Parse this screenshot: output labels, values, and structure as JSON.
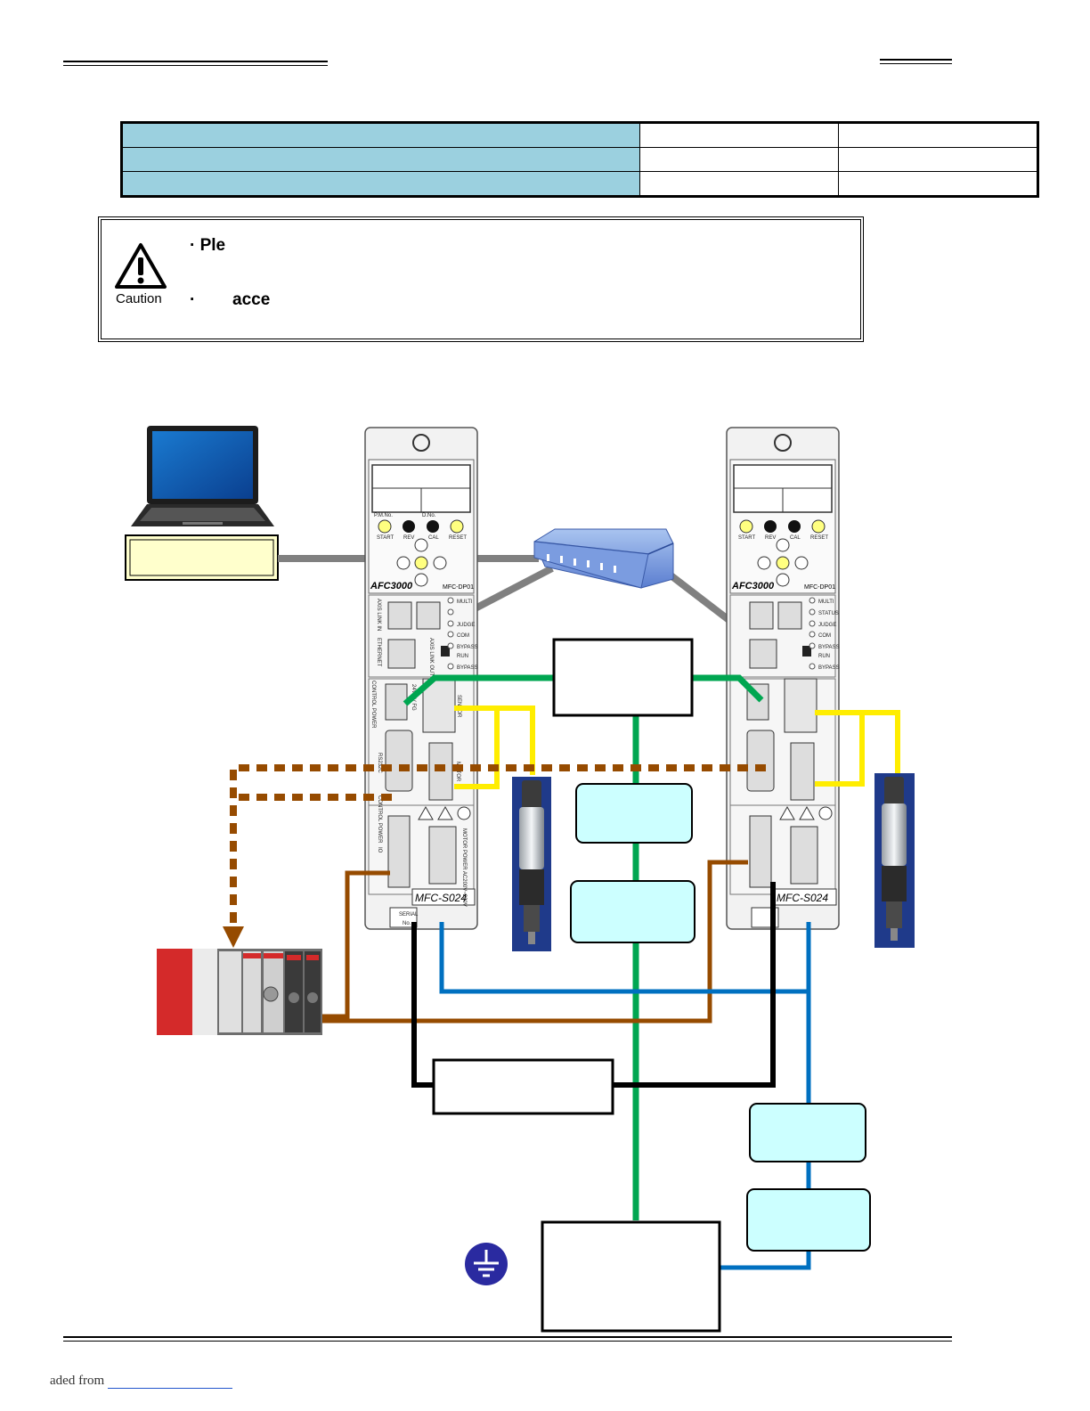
{
  "caution": {
    "label": "Caution",
    "bullet1": "· Ple",
    "bullet2_mark": "·",
    "bullet2": "acce"
  },
  "diagram": {
    "left_unit": {
      "brand": "AFC3000",
      "model": "MFC-DP01",
      "servo_model": "MFC-S024",
      "buttons": [
        "START",
        "REV",
        "CAL",
        "RESET"
      ],
      "labels": {
        "pm_no": "P.M.No.",
        "d_no": "D.No.",
        "multi": "MULTI",
        "status": "STATUS",
        "judge": "JUDGE",
        "com": "COM",
        "bypass": "BYPASS",
        "run": "RUN",
        "bypass2": "BYPASS",
        "axis_link_in": "AXIS LINK IN",
        "axis_link_out": "AXIS LINK OUT",
        "ethernet": "ETHERNET",
        "control_power": "CONTROL POWER",
        "fg": "24V 0V FG",
        "sensor": "SENSOR",
        "rs232c": "RS232C",
        "motor": "MOTOR",
        "control_power2": "CONTROL POWER",
        "io": "IO",
        "motor_power": "MOTOR POWER AC200V~230V",
        "serial": "SERIAL",
        "no": "No."
      }
    },
    "right_unit": {
      "brand": "AFC3000",
      "model": "MFC-DP01",
      "servo_model": "MFC-S024",
      "buttons": [
        "START",
        "REV",
        "CAL",
        "RESET"
      ]
    }
  },
  "footer": {
    "text": "aded from"
  },
  "colors": {
    "header": "#9bd0df",
    "green": "#00a651",
    "yellow": "#ffed00",
    "blue": "#0070c0",
    "brown": "#964b00",
    "gray": "#7f7f7f",
    "light_box": "#ccffff",
    "label_box": "#ffffcc"
  }
}
